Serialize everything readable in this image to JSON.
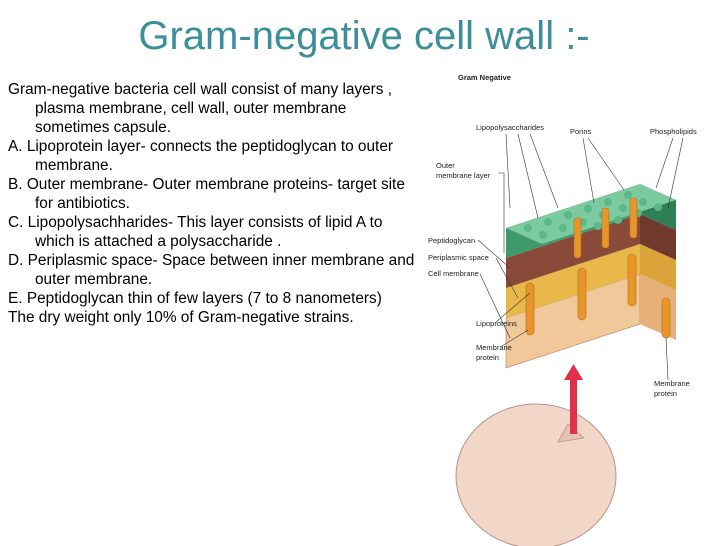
{
  "slide": {
    "title": "Gram-negative cell wall :-",
    "paragraphs": [
      " Gram-negative bacteria cell wall consist of many layers , plasma membrane, cell wall, outer membrane sometimes capsule.",
      " A. Lipoprotein layer- connects the peptidoglycan to outer membrane.",
      " B. Outer membrane- Outer membrane proteins- target site for antibiotics.",
      "C. Lipopolysachharides- This layer consists of lipid A to which is attached a polysaccharide .",
      "D. Periplasmic space- Space between inner membrane and outer membrane.",
      "E. Peptidoglycan thin of few layers (7 to 8 nanometers)",
      "The dry weight  only 10% of Gram-negative strains."
    ]
  },
  "diagram": {
    "heading": "Gram Negative",
    "labels": {
      "lipopolysaccharides": "Lipopolysaccharides",
      "porins": "Porins",
      "phospholipids": "Phospholipids",
      "outer_membrane_line1": "Outer",
      "outer_membrane_line2": "membrane layer",
      "peptidoglycan": "Peptidoglycan",
      "periplasmic_space": "Periplasmic space",
      "cell_membrane": "Cell membrane",
      "lipoproteins": "Lipoproteins",
      "membrane_protein_left_line1": "Membrane",
      "membrane_protein_left_line2": "protein",
      "membrane_protein_right_line1": "Membrane",
      "membrane_protein_right_line2": "protein"
    },
    "colors": {
      "outer_membrane": "#4fae7e",
      "peptidoglycan": "#8a4a3a",
      "periplasm": "#e9b84a",
      "cell_membrane": "#f0c89a",
      "proteins": "#e8962c",
      "cell": "#f2d6c8",
      "arrow": "#e0304a"
    }
  }
}
